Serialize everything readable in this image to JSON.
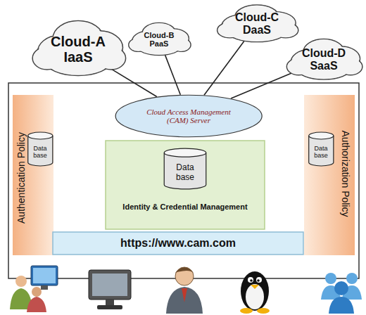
{
  "diagram": {
    "nodes": [
      {
        "text": [
          "Cloud-A IaaS"
        ]
      },
      {
        "text": [
          "Cloud-B PaaS"
        ]
      },
      {
        "text": [
          "Cloud-C DaaS"
        ]
      },
      {
        "text": [
          "Cloud-D SaaS"
        ]
      },
      {
        "text": [
          "Cloud Access Management (CAM) Server"
        ]
      },
      {
        "text": [
          "Authentication Policy"
        ]
      },
      {
        "text": [
          "Data base"
        ],
        "in": 5
      },
      {
        "text": [
          "Identity & Credential Management"
        ]
      },
      {
        "text": [
          "Data base"
        ],
        "in": 7
      },
      {
        "text": [
          "Authorization Policy"
        ]
      },
      {
        "text": [
          "Data base"
        ],
        "in": 9
      },
      {
        "text": [
          "https://www.cam.com"
        ]
      }
    ],
    "edges": [
      {
        "from": 0,
        "to": 4,
        "arrow": "none"
      },
      {
        "from": 1,
        "to": 4,
        "arrow": "none"
      },
      {
        "from": 2,
        "to": 4,
        "arrow": "none"
      },
      {
        "from": 3,
        "to": 4,
        "arrow": "none"
      }
    ]
  }
}
